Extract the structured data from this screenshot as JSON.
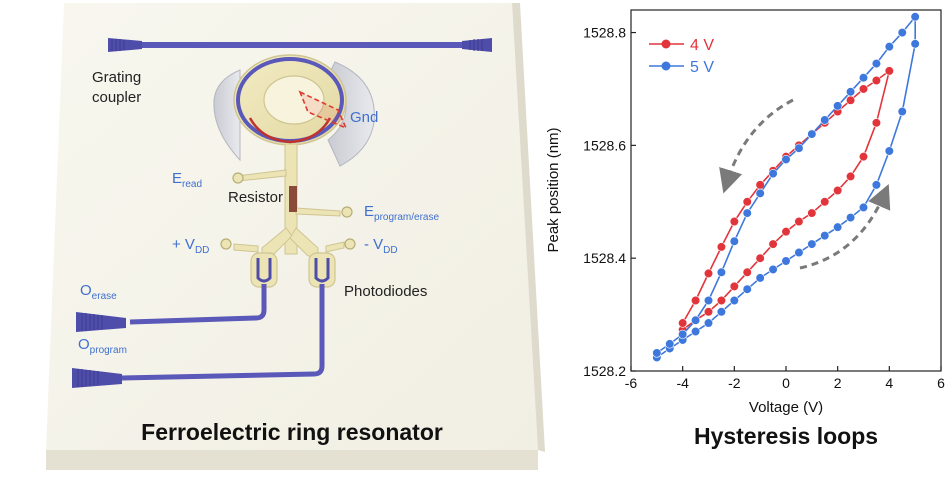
{
  "left_panel": {
    "title": "Ferroelectric ring resonator",
    "labels": {
      "grating_line1": "Grating",
      "grating_line2": "coupler",
      "gnd": "Gnd",
      "e_read_main": "E",
      "e_read_sub": "read",
      "resistor": "Resistor",
      "e_prog_main": "E",
      "e_prog_sub": "program/erase",
      "vdd_plus_main": "+ V",
      "vdd_plus_sub": "DD",
      "vdd_minus_main": "- V",
      "vdd_minus_sub": "DD",
      "photodiodes": "Photodiodes",
      "o_erase_main": "O",
      "o_erase_sub": "erase",
      "o_program_main": "O",
      "o_program_sub": "program"
    },
    "colors": {
      "waveguide": "#5a58b8",
      "gold": "#ece4b4",
      "gold_edge": "#cfc592",
      "label_blue": "#3f6fcf",
      "chip": "#f6f4ea",
      "heater_red": "#c0322c"
    }
  },
  "chart_data": {
    "type": "line",
    "title": "Hysteresis loops",
    "xlabel": "Voltage (V)",
    "ylabel": "Peak position (nm)",
    "xlim": [
      -6,
      6
    ],
    "ylim": [
      1528.2,
      1528.84
    ],
    "xticks": [
      -6,
      -4,
      -2,
      0,
      2,
      4,
      6
    ],
    "yticks": [
      1528.2,
      1528.4,
      1528.6,
      1528.8
    ],
    "xtick_labels": [
      "-6",
      "-4",
      "-2",
      "0",
      "2",
      "4",
      "6"
    ],
    "ytick_labels": [
      "1528.2",
      "1528.4",
      "1528.6",
      "1528.8"
    ],
    "legend_position": "top-left",
    "series": [
      {
        "name": "4 V",
        "color": "#e2353b",
        "x": [
          -4,
          -3.5,
          -3,
          -2.5,
          -2,
          -1.5,
          -1,
          -0.5,
          0,
          0.5,
          1,
          1.5,
          2,
          2.5,
          3,
          3.5,
          4,
          4,
          3.5,
          3,
          2.5,
          2,
          1.5,
          1,
          0.5,
          0,
          -0.5,
          -1,
          -1.5,
          -2,
          -2.5,
          -3,
          -3.5,
          -4
        ],
        "y": [
          1528.273,
          1528.29,
          1528.305,
          1528.325,
          1528.35,
          1528.375,
          1528.4,
          1528.425,
          1528.447,
          1528.465,
          1528.48,
          1528.5,
          1528.52,
          1528.545,
          1528.58,
          1528.64,
          1528.732,
          1528.732,
          1528.715,
          1528.7,
          1528.68,
          1528.66,
          1528.64,
          1528.62,
          1528.6,
          1528.58,
          1528.555,
          1528.53,
          1528.5,
          1528.465,
          1528.42,
          1528.373,
          1528.325,
          1528.285
        ]
      },
      {
        "name": "5 V",
        "color": "#3e78dc",
        "x": [
          -5,
          -4.5,
          -4,
          -3.5,
          -3,
          -2.5,
          -2,
          -1.5,
          -1,
          -0.5,
          0,
          0.5,
          1,
          1.5,
          2,
          2.5,
          3,
          3.5,
          4,
          4.5,
          5,
          5,
          4.5,
          4,
          3.5,
          3,
          2.5,
          2,
          1.5,
          1,
          0.5,
          0,
          -0.5,
          -1,
          -1.5,
          -2,
          -2.5,
          -3,
          -3.5,
          -4,
          -4.5,
          -5
        ],
        "y": [
          1528.224,
          1528.24,
          1528.255,
          1528.27,
          1528.285,
          1528.305,
          1528.325,
          1528.345,
          1528.365,
          1528.38,
          1528.395,
          1528.41,
          1528.425,
          1528.44,
          1528.455,
          1528.472,
          1528.49,
          1528.53,
          1528.59,
          1528.66,
          1528.78,
          1528.828,
          1528.8,
          1528.775,
          1528.745,
          1528.72,
          1528.695,
          1528.67,
          1528.645,
          1528.62,
          1528.595,
          1528.575,
          1528.55,
          1528.515,
          1528.48,
          1528.43,
          1528.375,
          1528.325,
          1528.29,
          1528.265,
          1528.248,
          1528.232
        ]
      }
    ]
  }
}
